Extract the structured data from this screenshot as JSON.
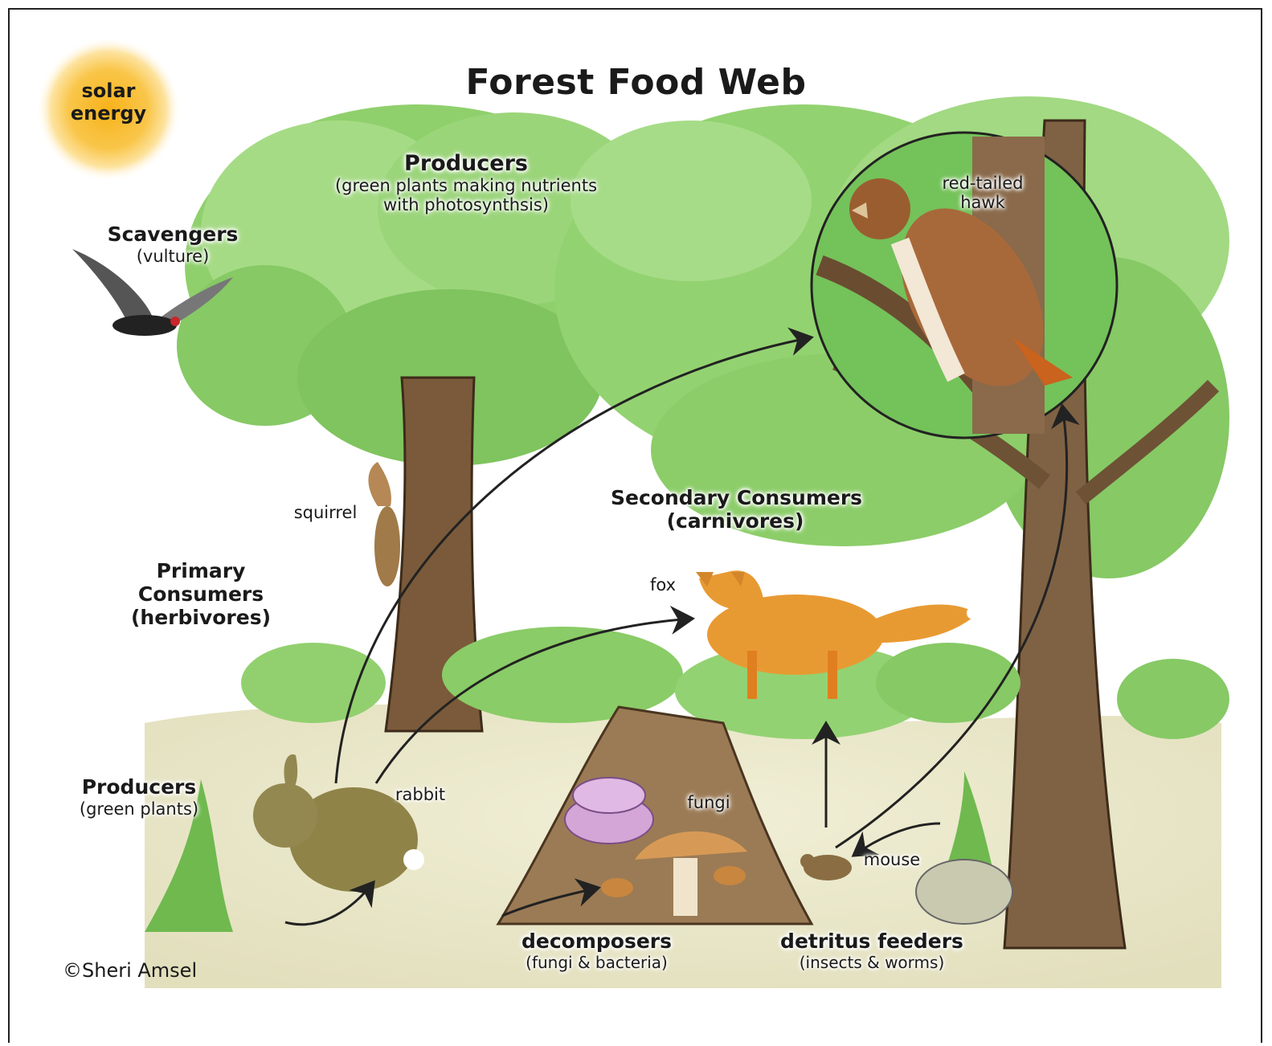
{
  "title": "Forest Food Web",
  "sun": {
    "line1": "solar",
    "line2": "energy"
  },
  "labels": {
    "producers_top_title": "Producers",
    "producers_top_line1": "(green plants making nutrients",
    "producers_top_line2": "with photosynthsis)",
    "scavengers_title": "Scavengers",
    "scavengers_sub": "(vulture)",
    "hawk_line1": "red-tailed",
    "hawk_line2": "hawk",
    "squirrel": "squirrel",
    "secondary_title": "Secondary Consumers",
    "secondary_sub": "(carnivores)",
    "primary_line1": "Primary",
    "primary_line2": "Consumers",
    "primary_line3": "(herbivores)",
    "fox": "fox",
    "rabbit": "rabbit",
    "producers_bottom_title": "Producers",
    "producers_bottom_sub": "(green plants)",
    "fungi": "fungi",
    "mouse": "mouse",
    "decomposers_title": "decomposers",
    "decomposers_sub": "(fungi & bacteria)",
    "detritus_title": "detritus feeders",
    "detritus_sub": "(insects & worms)",
    "copyright": "©Sheri Amsel"
  },
  "colors": {
    "foliage_light": "#a8d98a",
    "foliage_mid": "#7cc15c",
    "foliage_dark": "#4f9a3a",
    "trunk": "#7a5a3a",
    "ground": "#e9e6c9",
    "sun_core": "#f6b51c",
    "sun_glow": "#fde7a6",
    "fox": "#e89a32",
    "hawk": "#a8693a",
    "rabbit": "#8f8348",
    "arrow": "#222222"
  }
}
